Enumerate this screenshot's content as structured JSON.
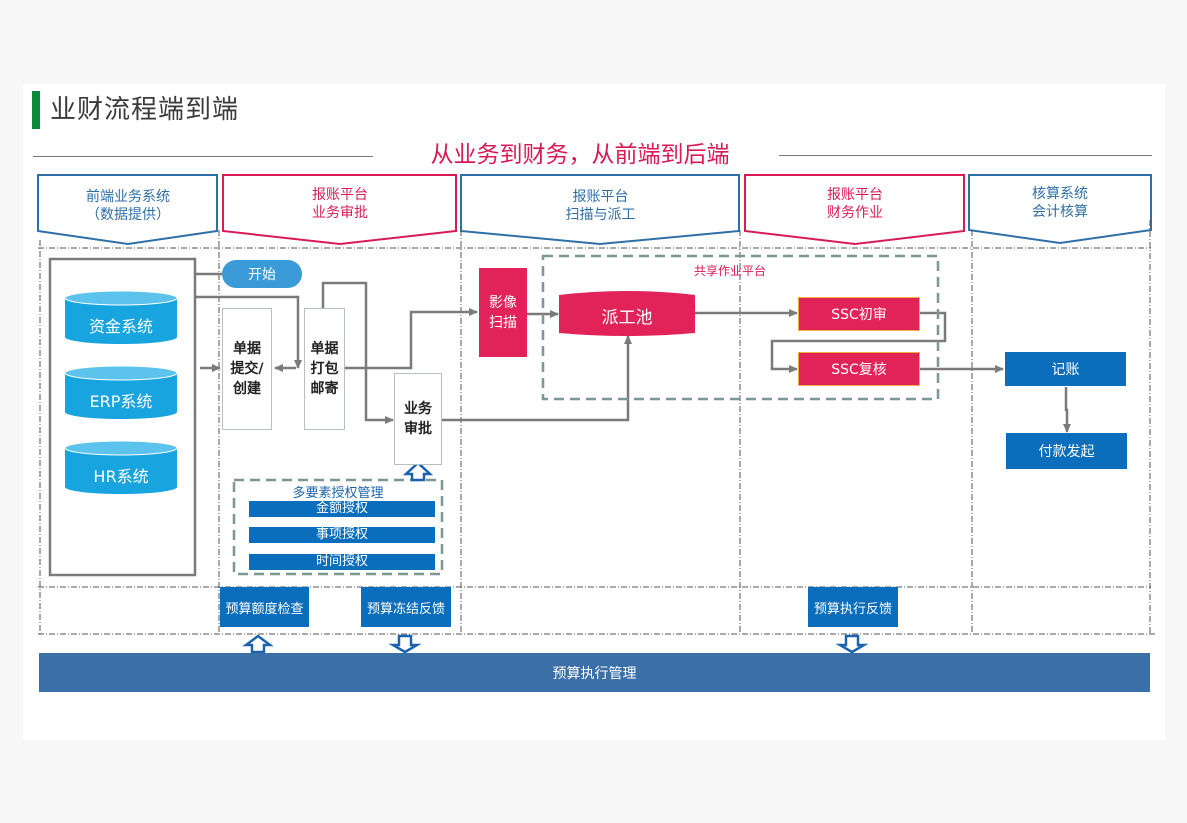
{
  "page": {
    "title": "业财流程端到端",
    "subtitle": "从业务到财务，从前端到后端"
  },
  "colors": {
    "title_accent": "#0a8a36",
    "subtitle": "#d81b56",
    "blue_phase": "#2f6fa8",
    "red_phase": "#d81b56",
    "process_blue": "#0a6ebd",
    "process_red": "#e2235a",
    "database_blue": "#18a4de",
    "budget_bar": "#3b6fa8"
  },
  "phases": [
    {
      "line1": "前端业务系统",
      "line2": "（数据提供）",
      "style": "blue"
    },
    {
      "line1": "报账平台",
      "line2": "业务审批",
      "style": "red"
    },
    {
      "line1": "报账平台",
      "line2": "扫描与派工",
      "style": "blue"
    },
    {
      "line1": "报账平台",
      "line2": "财务作业",
      "style": "red"
    },
    {
      "line1": "核算系统",
      "line2": "会计核算",
      "style": "blue"
    }
  ],
  "front_systems": {
    "databases": [
      "资金系统",
      "ERP系统",
      "HR系统"
    ]
  },
  "approval": {
    "start": "开始",
    "submit": [
      "单据",
      "提交/",
      "创建"
    ],
    "package": [
      "单据",
      "打包",
      "邮寄"
    ],
    "business_approval": [
      "业务",
      "审批"
    ],
    "authorization": {
      "title": "多要素授权管理",
      "items": [
        "金额授权",
        "事项授权",
        "时间授权"
      ]
    }
  },
  "scan": {
    "image_scan": [
      "影像",
      "扫描"
    ],
    "shared_platform_label": "共享作业平台",
    "dispatch_pool": "派工池"
  },
  "finance": {
    "initial_review": "SSC初审",
    "re_review": "SSC复核"
  },
  "accounting": {
    "bookkeeping": "记账",
    "payment": "付款发起"
  },
  "budget": {
    "quota_check": "预算额度检查",
    "freeze_feedback": "预算冻结反馈",
    "execution_feedback": "预算执行反馈",
    "management": "预算执行管理"
  }
}
